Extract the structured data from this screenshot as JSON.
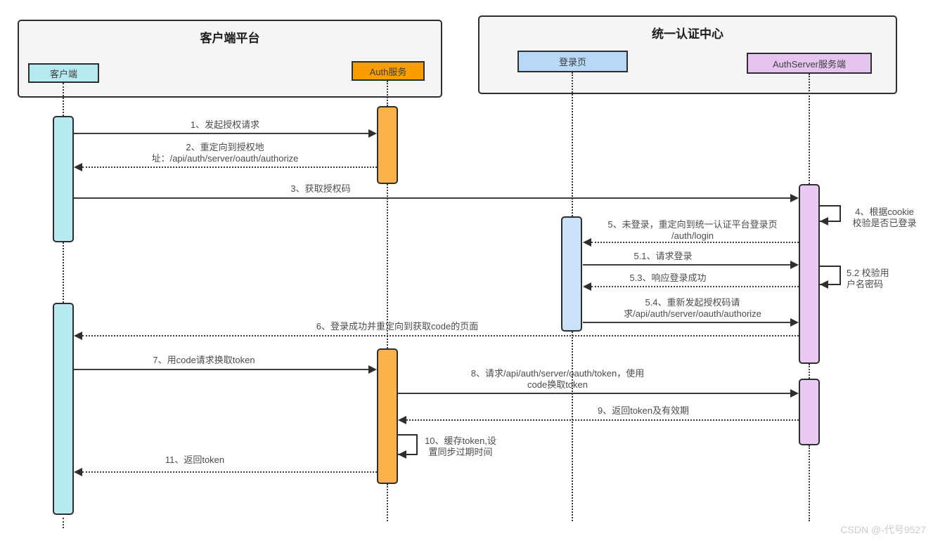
{
  "frames": [
    {
      "title": "客户端平台"
    },
    {
      "title": "统一认证中心"
    }
  ],
  "participants": [
    {
      "label": "客户端"
    },
    {
      "label": "Auth服务"
    },
    {
      "label": "登录页"
    },
    {
      "label": "AuthServer服务端"
    }
  ],
  "messages": {
    "m1": {
      "type": "request",
      "lines": [
        "1、发起授权请求"
      ]
    },
    "m2": {
      "type": "return",
      "lines": [
        "2、重定向到授权地",
        "址：/api/auth/server/oauth/authorize"
      ]
    },
    "m3": {
      "type": "request",
      "lines": [
        "3、获取授权码"
      ]
    },
    "m4": {
      "type": "self",
      "lines": [
        "4、根据cookie",
        "校验是否已登录"
      ]
    },
    "m5": {
      "type": "return",
      "lines": [
        "5、未登录，重定向到统一认证平台登录页",
        "/auth/login"
      ]
    },
    "m5_1": {
      "type": "request",
      "lines": [
        "5.1、请求登录"
      ]
    },
    "m5_2": {
      "type": "self",
      "lines": [
        "5.2 校验用",
        "户名密码"
      ]
    },
    "m5_3": {
      "type": "return",
      "lines": [
        "5.3、响应登录成功"
      ]
    },
    "m5_4": {
      "type": "request",
      "lines": [
        "5.4、重新发起授权码请",
        "求/api/auth/server/oauth/authorize"
      ]
    },
    "m6": {
      "type": "return",
      "lines": [
        "6、登录成功并重定向到获取code的页面"
      ]
    },
    "m7": {
      "type": "request",
      "lines": [
        "7、用code请求换取token"
      ]
    },
    "m8": {
      "type": "request",
      "lines": [
        "8、请求/api/auth/server/oauth/token，使用",
        "code换取token"
      ]
    },
    "m9": {
      "type": "return",
      "lines": [
        "9、返回token及有效期"
      ]
    },
    "m10": {
      "type": "self",
      "lines": [
        "10、缓存token,设",
        "置同步过期时间"
      ]
    },
    "m11": {
      "type": "return",
      "lines": [
        "11、返回token"
      ]
    }
  },
  "watermark": {
    "text": "CSDN @-代号9527"
  },
  "colors": {
    "frame_fill": "#f5f5f5",
    "border_ink": "#2e2e2e",
    "line_ink": "#3d3d3d",
    "label_text": "#4c4c4c",
    "client_fill": "#b6e9f0",
    "auth_header_fill": "#fa9e00",
    "auth_activation_fill": "#fbb24b",
    "login_fill": "#b8d9f5",
    "login_activation_fill": "#c9e2f8",
    "authserver_fill": "#e5c5f0",
    "authserver_activation_fill": "#eac9f3",
    "watermark_text": "#cbcbcb"
  }
}
